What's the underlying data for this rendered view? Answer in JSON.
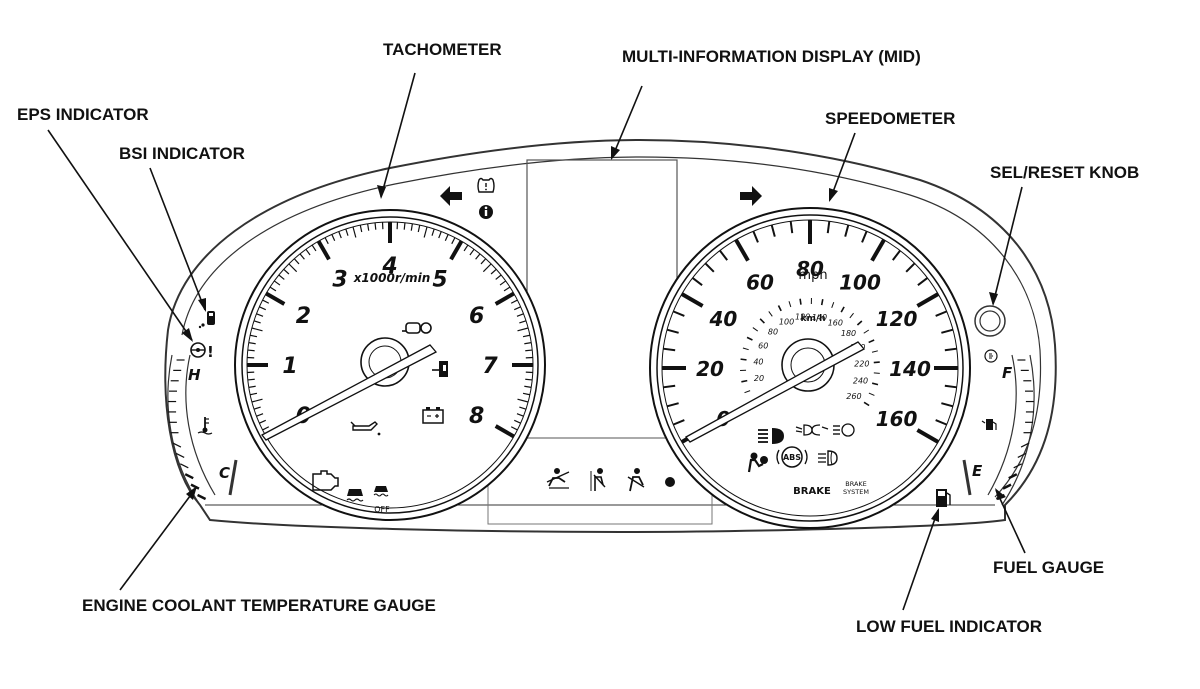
{
  "callouts": {
    "tachometer": "TACHOMETER",
    "mid": "MULTI-INFORMATION DISPLAY (MID)",
    "eps": "EPS INDICATOR",
    "bsi": "BSI INDICATOR",
    "speedometer": "SPEEDOMETER",
    "sel_reset": "SEL/RESET KNOB",
    "coolant": "ENGINE COOLANT TEMPERATURE GAUGE",
    "fuel_gauge": "FUEL GAUGE",
    "low_fuel": "LOW FUEL INDICATOR"
  },
  "tachometer": {
    "numbers": [
      "0",
      "1",
      "2",
      "3",
      "4",
      "5",
      "6",
      "7",
      "8"
    ],
    "unit": "x1000r/min"
  },
  "speedometer": {
    "mph_numbers": [
      "0",
      "20",
      "40",
      "60",
      "80",
      "100",
      "120",
      "140",
      "160"
    ],
    "mph_unit": "mph",
    "kmh_numbers": [
      "20",
      "40",
      "60",
      "80",
      "100",
      "120",
      "140",
      "160",
      "180",
      "200",
      "220",
      "240",
      "260"
    ],
    "kmh_unit": "km/h",
    "abs_label": "ABS",
    "brake_label": "BRAKE",
    "brake_system_line1": "BRAKE",
    "brake_system_line2": "SYSTEM"
  },
  "temp_gauge": {
    "hot": "H",
    "cold": "C"
  },
  "fuel_gauge": {
    "full": "F",
    "empty": "E"
  },
  "indicators": {
    "eps_mark": "!",
    "srs_off_label": "OFF"
  },
  "icons": [
    "left-turn-arrow-icon",
    "right-turn-arrow-icon",
    "tpms-icon",
    "info-icon",
    "key-icon",
    "charging-icon",
    "oil-pressure-icon",
    "battery-icon",
    "check-engine-icon",
    "vsa-icon",
    "vsa-off-icon",
    "high-beam-icon",
    "low-beam-icon",
    "auto-headlight-icon",
    "airbag-icon",
    "abs-icon",
    "fog-light-icon",
    "passenger-airbag-off-icon",
    "seatbelt-icon",
    "door-open-icon",
    "security-icon",
    "low-fuel-icon",
    "eco-icon",
    "coolant-temp-icon",
    "bsi-icon",
    "steering-icon"
  ]
}
